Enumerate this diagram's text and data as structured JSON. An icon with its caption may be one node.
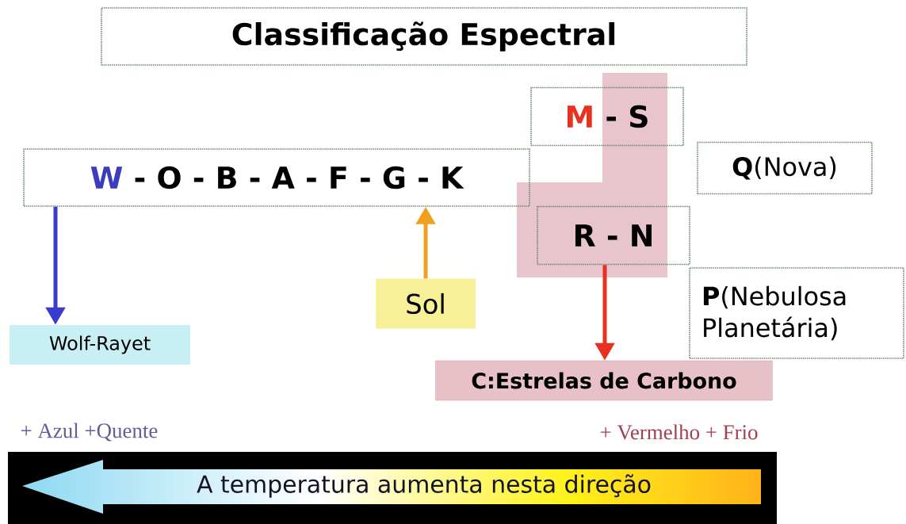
{
  "diagram": {
    "title": "Classificação Espectral",
    "nodes": [
      {
        "text": [
          "W",
          "- O - B - A - F - G - K"
        ]
      },
      {
        "text": [
          "M",
          "- S"
        ]
      },
      {
        "text": [
          "R - N"
        ]
      },
      {
        "text": [
          "**Q**(Nova)"
        ]
      },
      {
        "text": [
          "**P**(Nebulosa Planetária)"
        ]
      },
      {
        "text": [
          "Wolf-Rayet"
        ]
      },
      {
        "text": [
          "Sol"
        ]
      },
      {
        "text": [
          "C:Estrelas de Carbono"
        ]
      }
    ],
    "edges": [
      {
        "from": 0,
        "to": 5,
        "arrow": "to",
        "color": "#3a3acc"
      },
      {
        "from": 6,
        "to": 0,
        "arrow": "to",
        "color": "#f0a020"
      },
      {
        "from": 2,
        "to": 7,
        "arrow": "to",
        "color": "#e83020"
      }
    ],
    "labels": [
      "+ Azul +Quente",
      "+ Vermelho + Frio",
      "A temperatura aumenta nesta direção"
    ]
  }
}
